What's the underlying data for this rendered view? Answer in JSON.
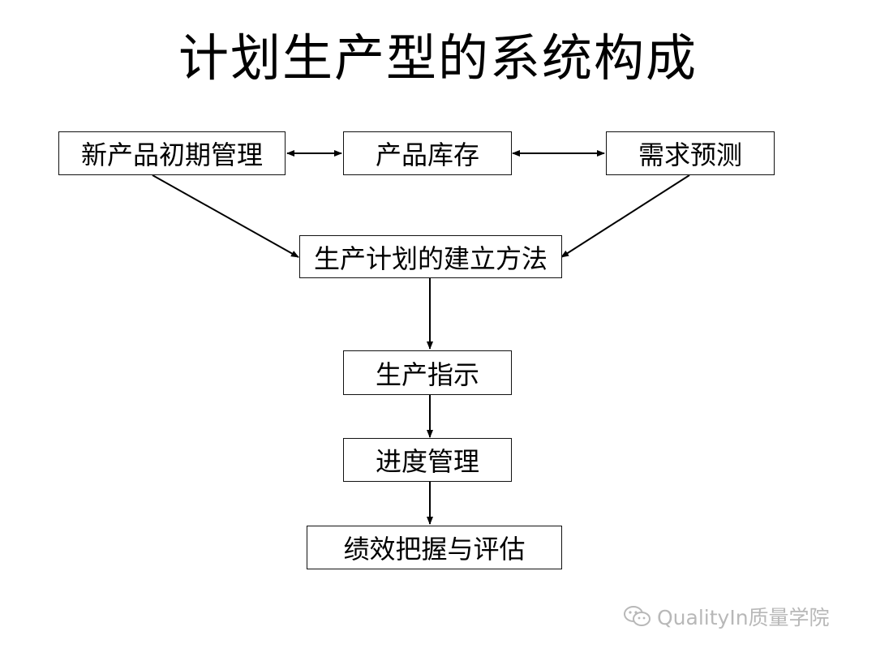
{
  "title": "计划生产型的系统构成",
  "nodes": {
    "new_product": "新产品初期管理",
    "inventory": "产品库存",
    "forecast": "需求预测",
    "plan_method": "生产计划的建立方法",
    "instruction": "生产指示",
    "progress": "进度管理",
    "evaluation": "绩效把握与评估"
  },
  "edges": [
    {
      "from": "新产品初期管理",
      "to": "产品库存",
      "bidirectional": true
    },
    {
      "from": "产品库存",
      "to": "需求预测",
      "bidirectional": true
    },
    {
      "from": "新产品初期管理",
      "to": "生产计划的建立方法"
    },
    {
      "from": "需求预测",
      "to": "生产计划的建立方法"
    },
    {
      "from": "生产计划的建立方法",
      "to": "生产指示"
    },
    {
      "from": "生产指示",
      "to": "进度管理"
    },
    {
      "from": "进度管理",
      "to": "绩效把握与评估"
    }
  ],
  "watermark": {
    "text": "QualityIn质量学院",
    "icon": "wechat-icon"
  }
}
